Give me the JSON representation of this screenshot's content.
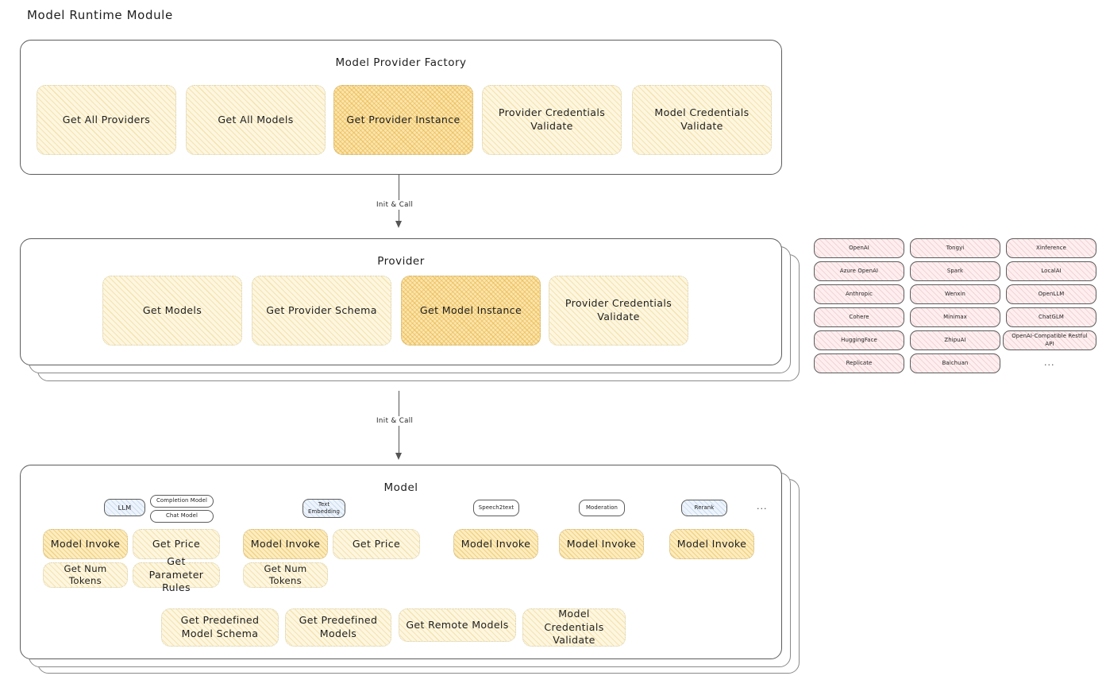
{
  "page": {
    "title": "Model Runtime Module"
  },
  "factory": {
    "title": "Model Provider Factory",
    "nodes": [
      {
        "label": "Get All Providers",
        "highlight": false
      },
      {
        "label": "Get All Models",
        "highlight": false
      },
      {
        "label": "Get Provider Instance",
        "highlight": true
      },
      {
        "label": "Provider Credentials Validate",
        "highlight": false
      },
      {
        "label": "Model Credentials Validate",
        "highlight": false
      }
    ]
  },
  "arrows": [
    {
      "label": "Init & Call"
    },
    {
      "label": "Init & Call"
    }
  ],
  "provider": {
    "title": "Provider",
    "nodes": [
      {
        "label": "Get Models",
        "highlight": false
      },
      {
        "label": "Get Provider Schema",
        "highlight": false
      },
      {
        "label": "Get Model Instance",
        "highlight": true
      },
      {
        "label": "Provider Credentials Validate",
        "highlight": false
      }
    ]
  },
  "provider_list": {
    "columns": [
      [
        "OpenAI",
        "Azure OpenAI",
        "Anthropic",
        "Cohere",
        "HuggingFace",
        "Replicate"
      ],
      [
        "Tongyi",
        "Spark",
        "Wenxin",
        "Minimax",
        "ZhipuAI",
        "Baichuan"
      ],
      [
        "Xinference",
        "LocalAI",
        "OpenLLM",
        "ChatGLM",
        "OpenAI-Compatible Restful API"
      ]
    ],
    "more": "..."
  },
  "model": {
    "title": "Model",
    "more": "...",
    "types": [
      {
        "name": "LLM",
        "style": "blue",
        "sub": [
          "Completion Model",
          "Chat Model"
        ]
      },
      {
        "name": "Text Embedding",
        "style": "blue",
        "sub": []
      },
      {
        "name": "Speech2text",
        "style": "white",
        "sub": []
      },
      {
        "name": "Moderation",
        "style": "white",
        "sub": []
      },
      {
        "name": "Rerank",
        "style": "blue",
        "sub": []
      }
    ],
    "groups": [
      {
        "ops": [
          "Model Invoke",
          "Get Price",
          "Get Num Tokens",
          "Get Parameter Rules"
        ]
      },
      {
        "ops": [
          "Model Invoke",
          "Get Price",
          "Get Num Tokens"
        ]
      },
      {
        "ops": [
          "Model Invoke"
        ]
      },
      {
        "ops": [
          "Model Invoke"
        ]
      },
      {
        "ops": [
          "Model Invoke"
        ]
      }
    ],
    "common_ops": [
      "Get Predefined Model Schema",
      "Get Predefined Models",
      "Get Remote Models",
      "Model Credentials Validate"
    ]
  },
  "colors": {
    "stroke": "#5c5c5c",
    "yellow_fill": "#fdf6e0",
    "orange_fill": "#fbe5b0",
    "pink_fill": "#fdeff0",
    "blue_fill": "#eef4fb",
    "text": "#1e1e1e"
  }
}
